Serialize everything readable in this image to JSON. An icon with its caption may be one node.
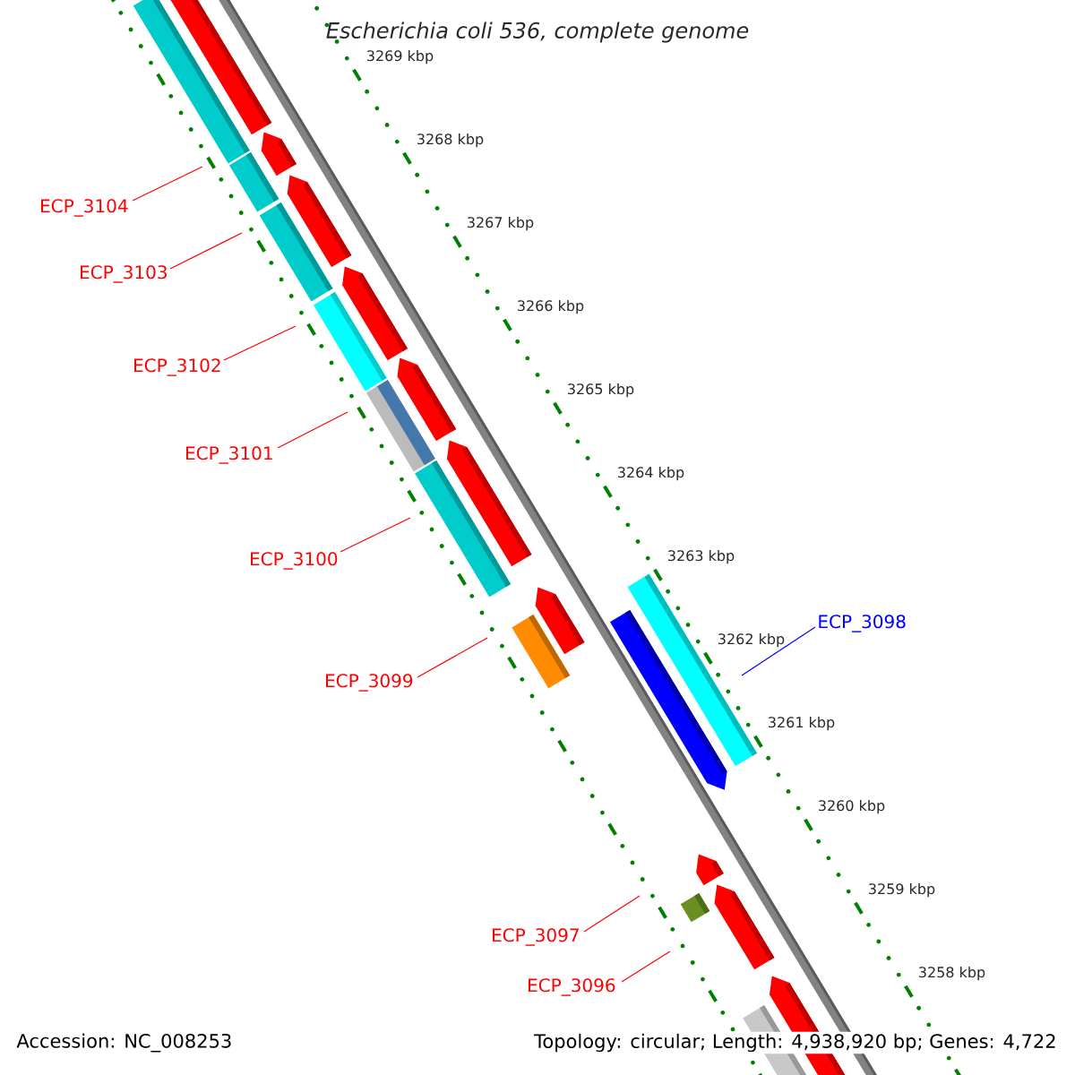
{
  "diagram": {
    "title": "*Escherichia coli* 536, complete genome",
    "nodes": [
      {
        "text": [
          "ECP_3104"
        ]
      },
      {
        "text": [
          "ECP_3103"
        ]
      },
      {
        "text": [
          "ECP_3102"
        ]
      },
      {
        "text": [
          "ECP_3101"
        ]
      },
      {
        "text": [
          "ECP_3100"
        ]
      },
      {
        "text": [
          "ECP_3098"
        ]
      },
      {
        "text": [
          "ECP_3099"
        ]
      },
      {
        "text": [
          "ECP_3097"
        ]
      },
      {
        "text": [
          "ECP_3096"
        ]
      }
    ],
    "edges": [
      {
        "from": 0,
        "to": null,
        "arrow": "none"
      },
      {
        "from": 1,
        "to": null,
        "arrow": "none"
      },
      {
        "from": 2,
        "to": null,
        "arrow": "none"
      },
      {
        "from": 3,
        "to": null,
        "arrow": "none"
      },
      {
        "from": 4,
        "to": null,
        "arrow": "none"
      },
      {
        "from": 5,
        "to": null,
        "arrow": "none",
        "color": "#0000ff"
      },
      {
        "from": 6,
        "to": null,
        "arrow": "none"
      },
      {
        "from": 7,
        "to": null,
        "arrow": "none"
      },
      {
        "from": 8,
        "to": null,
        "arrow": "none"
      }
    ],
    "labels": [
      "3269 kbp",
      "3268 kbp",
      "3267 kbp",
      "3266 kbp",
      "3265 kbp",
      "3264 kbp",
      "3263 kbp",
      "3262 kbp",
      "3261 kbp",
      "3260 kbp",
      "3259 kbp",
      "3258 kbp",
      "Accession: NC_008253",
      "Topology: circular; Length: 4,938,920 bp; Genes: 4,722"
    ]
  }
}
